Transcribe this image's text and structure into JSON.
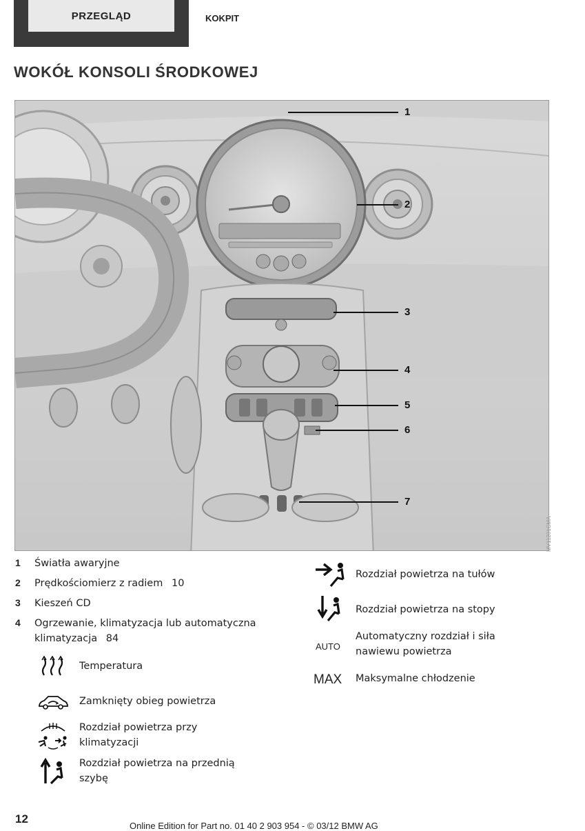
{
  "header": {
    "tab_active": "PRZEGLĄD",
    "tab_section": "KOKPIT"
  },
  "page_title": "WOKÓŁ KONSOLI ŚRODKOWEJ",
  "figure": {
    "code": "MV11201CMA",
    "callouts": [
      "1",
      "2",
      "3",
      "4",
      "5",
      "6",
      "7"
    ]
  },
  "legend": {
    "items": [
      {
        "num": "1",
        "text": "Światła awaryjne"
      },
      {
        "num": "2",
        "text": "Prędkościomierz z radiem",
        "ref": "10"
      },
      {
        "num": "3",
        "text": "Kieszeń CD"
      },
      {
        "num": "4",
        "text": "Ogrzewanie, klimatyzacja lub automatyczna",
        "text2": "klimatyzacja",
        "ref": "84"
      }
    ],
    "sub_items": [
      {
        "icon": "temperature-icon",
        "text": "Temperatura"
      },
      {
        "icon": "recirculation-icon",
        "text": "Zamknięty obieg powietrza"
      },
      {
        "icon": "air-distribution-ac-icon",
        "text": "Rozdział powietrza przy",
        "text2": "klimatyzacji"
      },
      {
        "icon": "windshield-air-icon",
        "text": "Rozdział powietrza na przednią",
        "text2": "szybę"
      }
    ],
    "right_items": [
      {
        "icon": "upper-body-air-icon",
        "text": "Rozdział powietrza na tułów"
      },
      {
        "icon": "footwell-air-icon",
        "text": "Rozdział powietrza na stopy"
      },
      {
        "badge": "AUTO",
        "text": "Automatyczny rozdział i siła",
        "text2": "nawiewu powietrza"
      },
      {
        "badge": "MAX",
        "text": "Maksymalne chłodzenie"
      }
    ]
  },
  "page_number": "12",
  "footer": "Online Edition for Part no. 01 40 2 903 954 - © 03/12 BMW AG"
}
